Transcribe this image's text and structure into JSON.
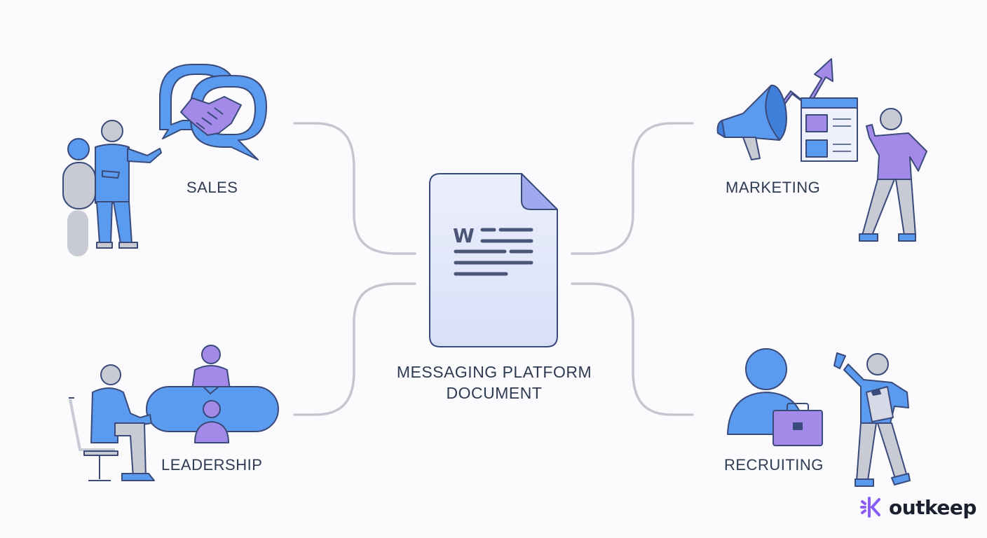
{
  "colors": {
    "connector": "#c4c7d0",
    "blue": "#5b9bef",
    "purple": "#a48ae8",
    "grey": "#c9cbd4",
    "outline": "#3a4a7a",
    "document_fill": "#e6ebfb",
    "brand_accent": "#8b5cf6"
  },
  "center": {
    "icon": "word-document-icon",
    "glyph": "W",
    "line1": "MESSAGING PLATFORM",
    "line2": "DOCUMENT"
  },
  "nodes": {
    "sales": {
      "label": "SALES",
      "icon": "handshake-chat-icon"
    },
    "marketing": {
      "label": "MARKETING",
      "icon": "megaphone-growth-icon"
    },
    "leadership": {
      "label": "LEADERSHIP",
      "icon": "meeting-table-icon"
    },
    "recruiting": {
      "label": "RECRUITING",
      "icon": "briefcase-clipboard-icon"
    }
  },
  "brand": {
    "name": "outkeep",
    "icon": "outkeep-logo-icon"
  }
}
